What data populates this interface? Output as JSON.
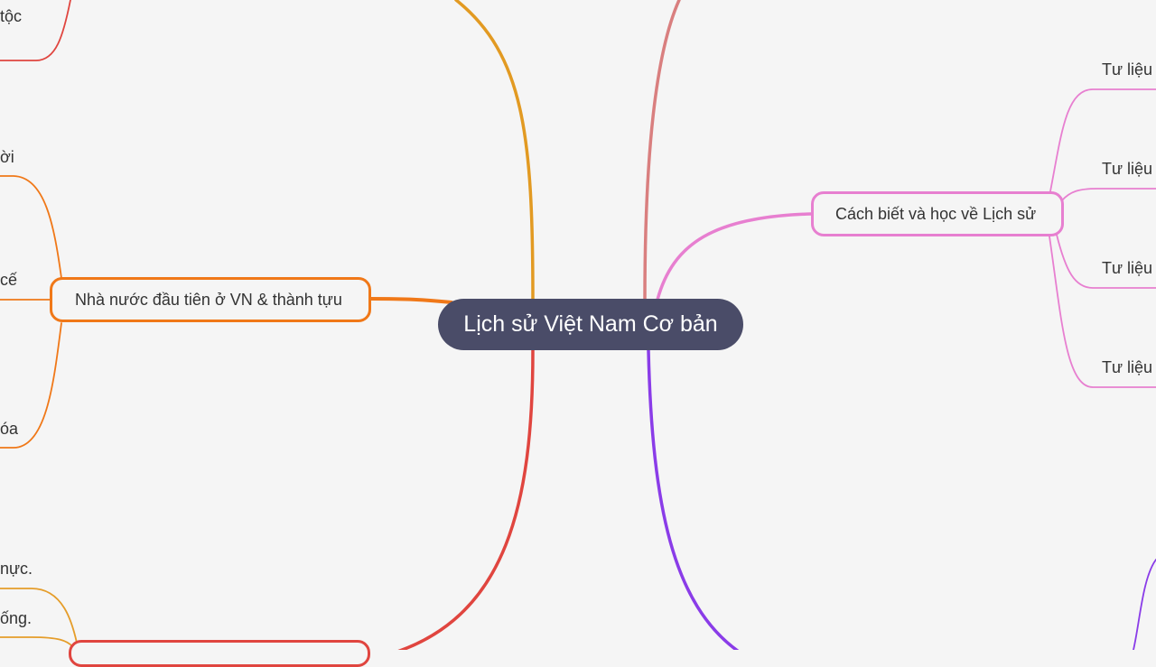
{
  "central_topic": "Lịch sử Việt Nam Cơ bản",
  "branches": {
    "left_middle": {
      "label": "Nhà nước đầu tiên ở VN & thành tựu",
      "color": "#f07818",
      "leaves": [
        "ời",
        "cế",
        "óa"
      ]
    },
    "right_upper": {
      "label": "Cách biết và học về Lịch sử",
      "color": "#e77fd0",
      "leaves": [
        "Tư liệu",
        "Tư liệu",
        "Tư liệu",
        "Tư liệu"
      ]
    },
    "left_top": {
      "color": "#e0453f",
      "leaves": [
        "tộc"
      ]
    },
    "left_bottom": {
      "color": "#e0453f",
      "leaves": [
        "nực.",
        "ống."
      ],
      "leaf_color": "#e59d2a"
    },
    "top_center_left": {
      "color": "#e29a22"
    },
    "top_center_right": {
      "color": "#d97f7f"
    },
    "bottom_right": {
      "color": "#8a3ce8"
    }
  }
}
